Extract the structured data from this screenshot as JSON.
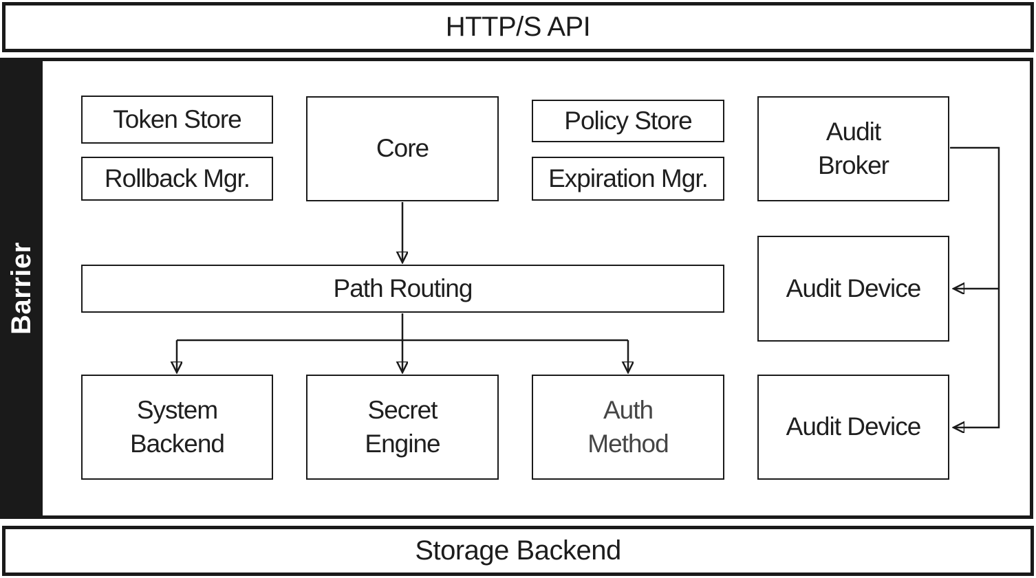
{
  "top_banner": {
    "label": "HTTP/S API"
  },
  "barrier": {
    "label": "Barrier"
  },
  "nodes": {
    "token_store": {
      "label": "Token Store"
    },
    "rollback_mgr": {
      "label": "Rollback Mgr."
    },
    "core": {
      "label": "Core"
    },
    "policy_store": {
      "label": "Policy Store"
    },
    "expiration_mgr": {
      "label": "Expiration Mgr."
    },
    "audit_broker": {
      "label": "Audit Broker"
    },
    "path_routing": {
      "label": "Path Routing"
    },
    "system_backend": {
      "label": "System Backend"
    },
    "secret_engine": {
      "label": "Secret Engine"
    },
    "auth_method": {
      "label": "Auth Method"
    },
    "audit_device_top": {
      "label": "Audit Device"
    },
    "audit_device_bottom": {
      "label": "Audit Device"
    }
  },
  "bottom_banner": {
    "label": "Storage Backend"
  },
  "edges": [
    {
      "from": "core",
      "to": "path_routing",
      "style": "arrow-down"
    },
    {
      "from": "path_routing",
      "to": "system_backend",
      "style": "arrow-down"
    },
    {
      "from": "path_routing",
      "to": "secret_engine",
      "style": "arrow-down"
    },
    {
      "from": "path_routing",
      "to": "auth_method",
      "style": "arrow-down"
    },
    {
      "from": "audit_broker",
      "to": "audit_device_top",
      "style": "right-then-arrow-left"
    },
    {
      "from": "audit_broker",
      "to": "audit_device_bottom",
      "style": "right-then-arrow-left"
    }
  ],
  "colors": {
    "line": "#1a1a1a",
    "text": "#1f1f1f",
    "muted_text": "#454545",
    "barrier_bg": "#1a1a1a",
    "barrier_text": "#ffffff",
    "background": "#ffffff"
  }
}
